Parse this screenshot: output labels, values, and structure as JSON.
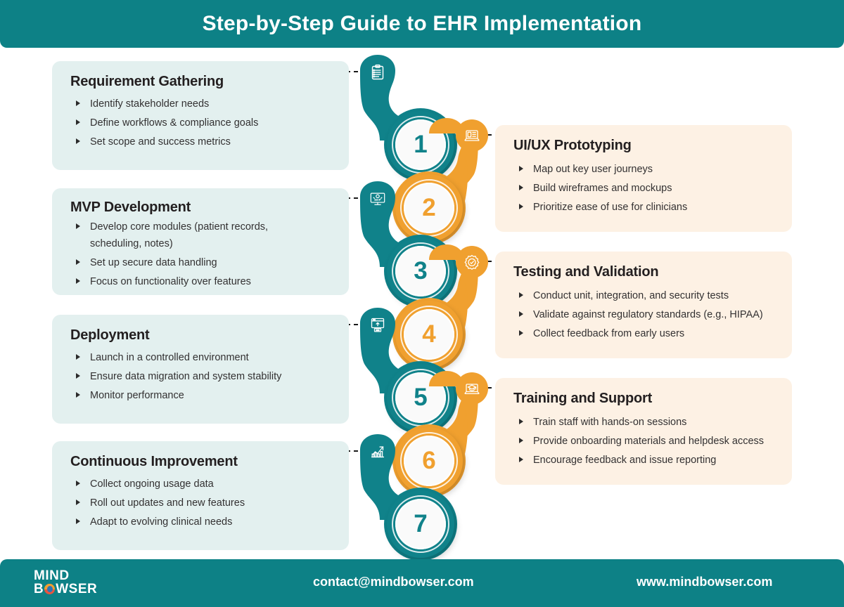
{
  "header": {
    "title": "Step-by-Step Guide to EHR Implementation"
  },
  "colors": {
    "teal": "#0d8186",
    "teal_pin": "#10828a",
    "orange": "#f0a02f",
    "card_left_bg": "#e3f0ef",
    "card_right_bg": "#fdf1e4",
    "text_dark": "#231f20",
    "white": "#ffffff"
  },
  "steps": [
    {
      "number": "1",
      "side": "left",
      "color": "teal",
      "icon": "clipboard-checklist-icon",
      "title": "Requirement Gathering",
      "bullets": [
        "Identify stakeholder needs",
        "Define workflows & compliance goals",
        "Set scope and success metrics"
      ]
    },
    {
      "number": "2",
      "side": "right",
      "color": "orange",
      "icon": "laptop-wireframe-icon",
      "title": "UI/UX Prototyping",
      "bullets": [
        "Map out key user journeys",
        "Build wireframes and mockups",
        "Prioritize ease of use for clinicians"
      ]
    },
    {
      "number": "3",
      "side": "left",
      "color": "teal",
      "icon": "mvp-monitor-icon",
      "title": "MVP Development",
      "bullets": [
        "Develop core modules (patient records, scheduling, notes)",
        "Set up secure data handling",
        "Focus on functionality over features"
      ]
    },
    {
      "number": "4",
      "side": "right",
      "color": "orange",
      "icon": "gear-check-icon",
      "title": "Testing and Validation",
      "bullets": [
        "Conduct unit, integration, and security tests",
        "Validate against regulatory standards (e.g., HIPAA)",
        "Collect feedback from early users"
      ]
    },
    {
      "number": "5",
      "side": "left",
      "color": "teal",
      "icon": "deploy-upload-icon",
      "title": "Deployment",
      "bullets": [
        "Launch in a controlled environment",
        "Ensure data migration and system stability",
        "Monitor performance"
      ]
    },
    {
      "number": "6",
      "side": "right",
      "color": "orange",
      "icon": "graduation-laptop-icon",
      "title": "Training and Support",
      "bullets": [
        "Train staff with hands-on sessions",
        "Provide onboarding materials and helpdesk access",
        "Encourage feedback and issue reporting"
      ]
    },
    {
      "number": "7",
      "side": "left",
      "color": "teal",
      "icon": "growth-chart-icon",
      "title": "Continuous Improvement",
      "bullets": [
        "Collect ongoing usage data",
        "Roll out updates and new features",
        "Adapt to evolving clinical needs"
      ]
    }
  ],
  "footer": {
    "logo_line1": "MIND",
    "logo_b": "B",
    "logo_wser": "WSER",
    "email": "contact@mindbowser.com",
    "website": "www.mindbowser.com"
  }
}
